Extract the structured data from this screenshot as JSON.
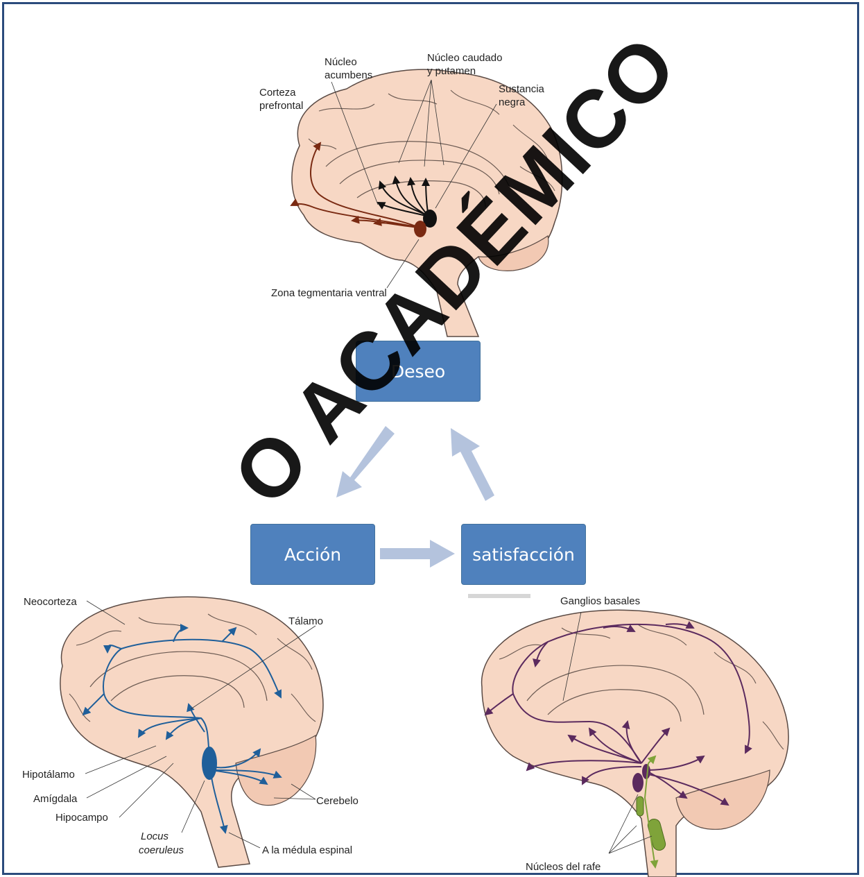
{
  "top_brain": {
    "labels": {
      "nucleo_acumbens": "Núcleo\nacumbens",
      "nucleo_caudado": "Núcleo caudado\ny putamen",
      "corteza_prefrontal": "Corteza\nprefrontal",
      "sustancia_negra": "Sustancia\nnegra",
      "zona_tegmentaria": "Zona tegmentaria ventral"
    },
    "pathway_colors": {
      "mesocortical": "#7a2a12",
      "nigrostriatal": "#111111"
    }
  },
  "cycle": {
    "deseo": "Deseo",
    "accion": "Acción",
    "satisfaccion": "satisfacción",
    "box_color": "#4f81bd",
    "arrow_color": "#b4c3dd"
  },
  "left_brain": {
    "labels": {
      "neocorteza": "Neocorteza",
      "talamo": "Tálamo",
      "hipotalamo": "Hipotálamo",
      "amigdala": "Amígdala",
      "hipocampo": "Hipocampo",
      "locus": "Locus",
      "coeruleus": "coeruleus",
      "cerebelo": "Cerebelo",
      "medula": "A la médula espinal"
    },
    "pathway_color": "#1f5f9a"
  },
  "right_brain": {
    "labels": {
      "ganglios": "Ganglios basales",
      "rafe": "Núcleos del rafe"
    },
    "pathway_color": "#5b2a5e",
    "nuclei_color": "#7fa33a"
  },
  "watermark": "O ACADÉMICO",
  "brain_fill": "#f7d7c4",
  "brain_stroke": "#5a4a44"
}
